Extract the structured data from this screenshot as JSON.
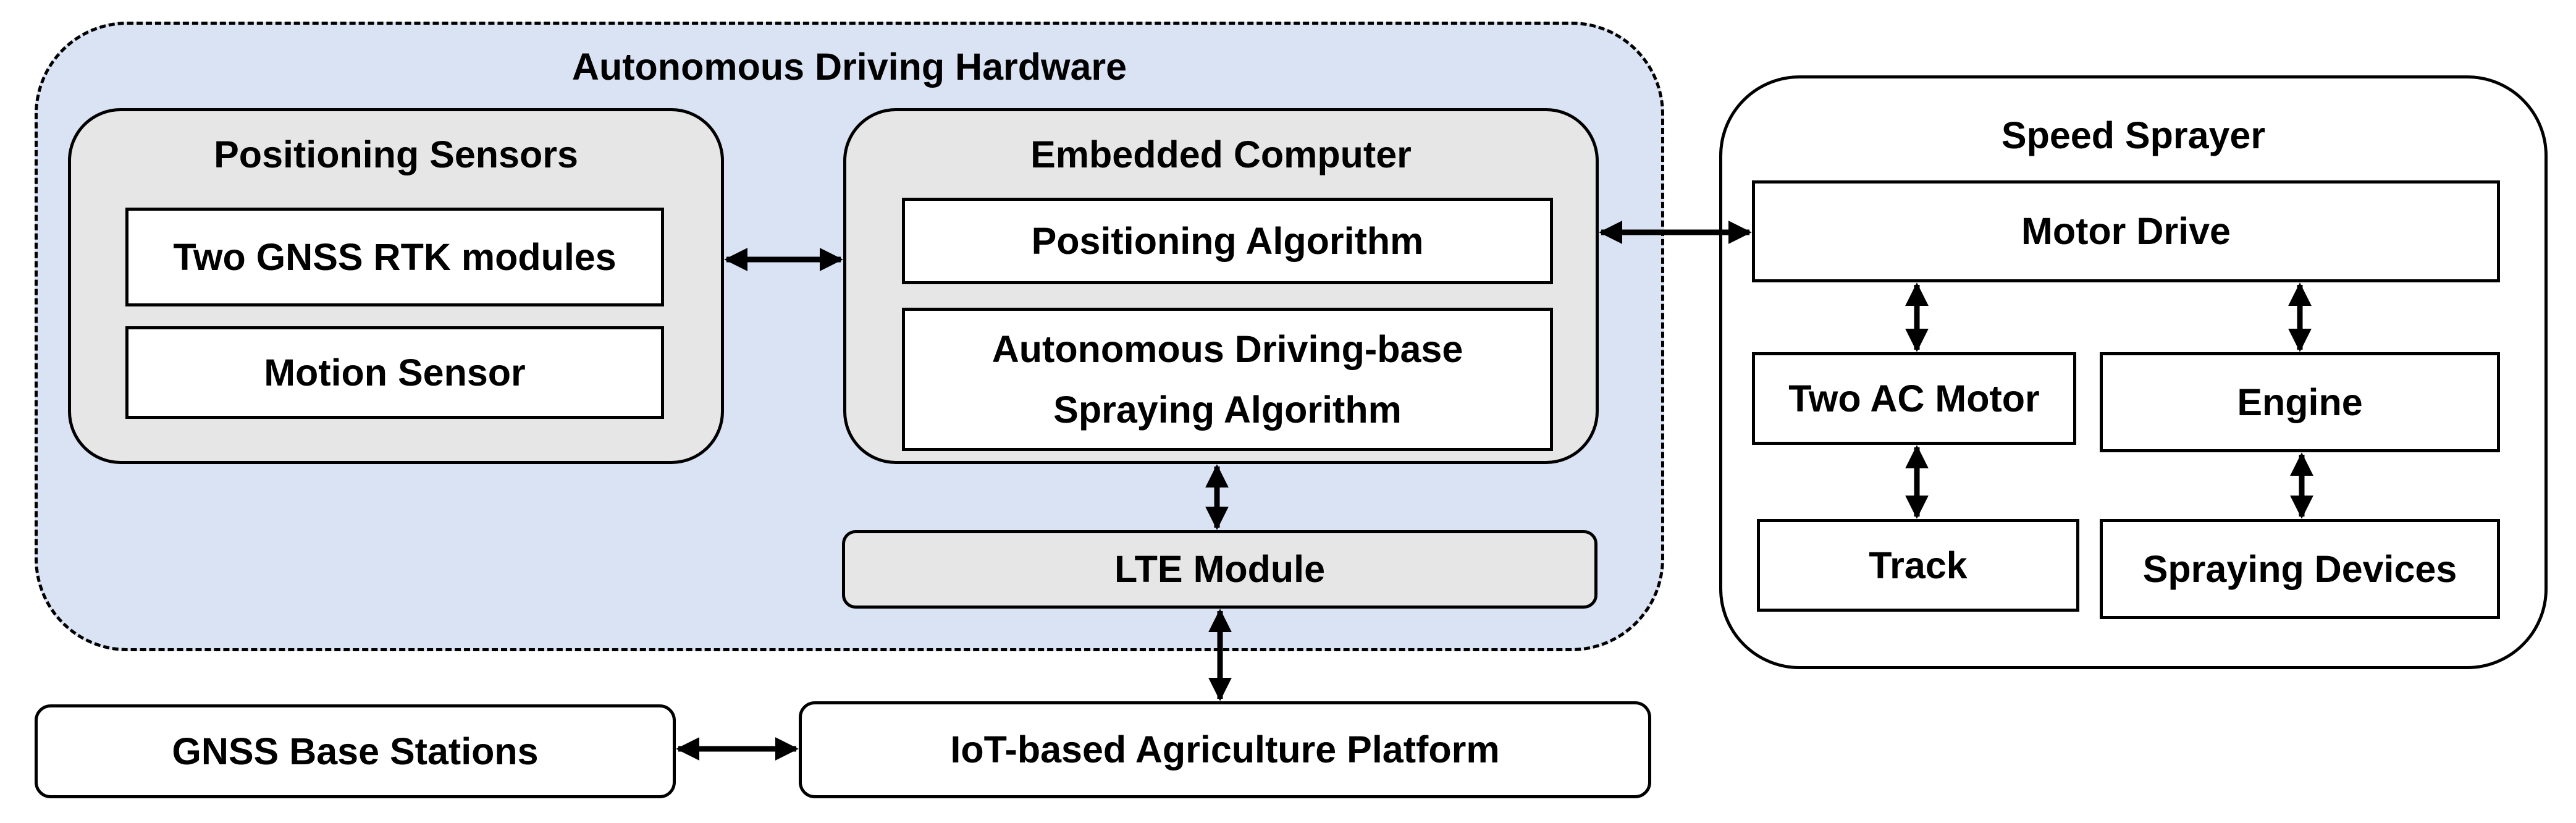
{
  "hardware": {
    "title": "Autonomous Driving Hardware",
    "positioning_sensors": {
      "title": "Positioning Sensors",
      "items": [
        "Two GNSS RTK modules",
        "Motion Sensor"
      ]
    },
    "embedded_computer": {
      "title": "Embedded Computer",
      "items": [
        "Positioning Algorithm",
        "Autonomous Driving-base",
        "Spraying Algorithm"
      ]
    },
    "lte_module": "LTE Module"
  },
  "speed_sprayer": {
    "title": "Speed Sprayer",
    "motor_drive": "Motor Drive",
    "two_ac_motor": "Two AC Motor",
    "engine": "Engine",
    "track": "Track",
    "spraying_devices": "Spraying Devices"
  },
  "external": {
    "gnss_base_stations": "GNSS Base Stations",
    "iot_platform": "IoT-based Agriculture Platform"
  }
}
